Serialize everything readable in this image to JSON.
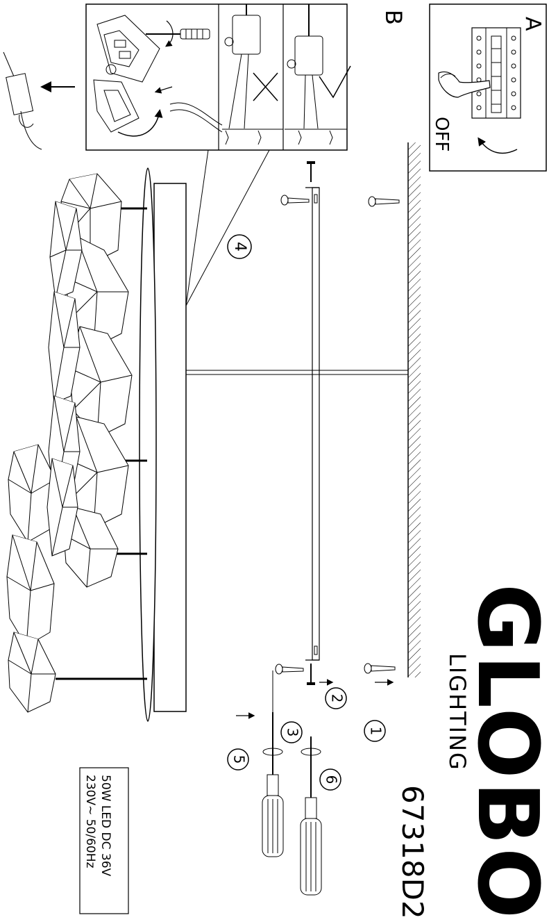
{
  "brand": {
    "name": "GLOBO",
    "sub": "LIGHTING",
    "model": "67318D2"
  },
  "panels": {
    "A": {
      "label": "A",
      "switch_text": "OFF"
    },
    "B": {
      "label": "B"
    }
  },
  "spec": {
    "line1": "50W LED DC 36V",
    "line2": "230V~ 50/60Hz"
  },
  "steps": [
    "1",
    "2",
    "3",
    "4",
    "5",
    "6"
  ],
  "colors": {
    "ink": "#000000",
    "paper": "#ffffff"
  }
}
